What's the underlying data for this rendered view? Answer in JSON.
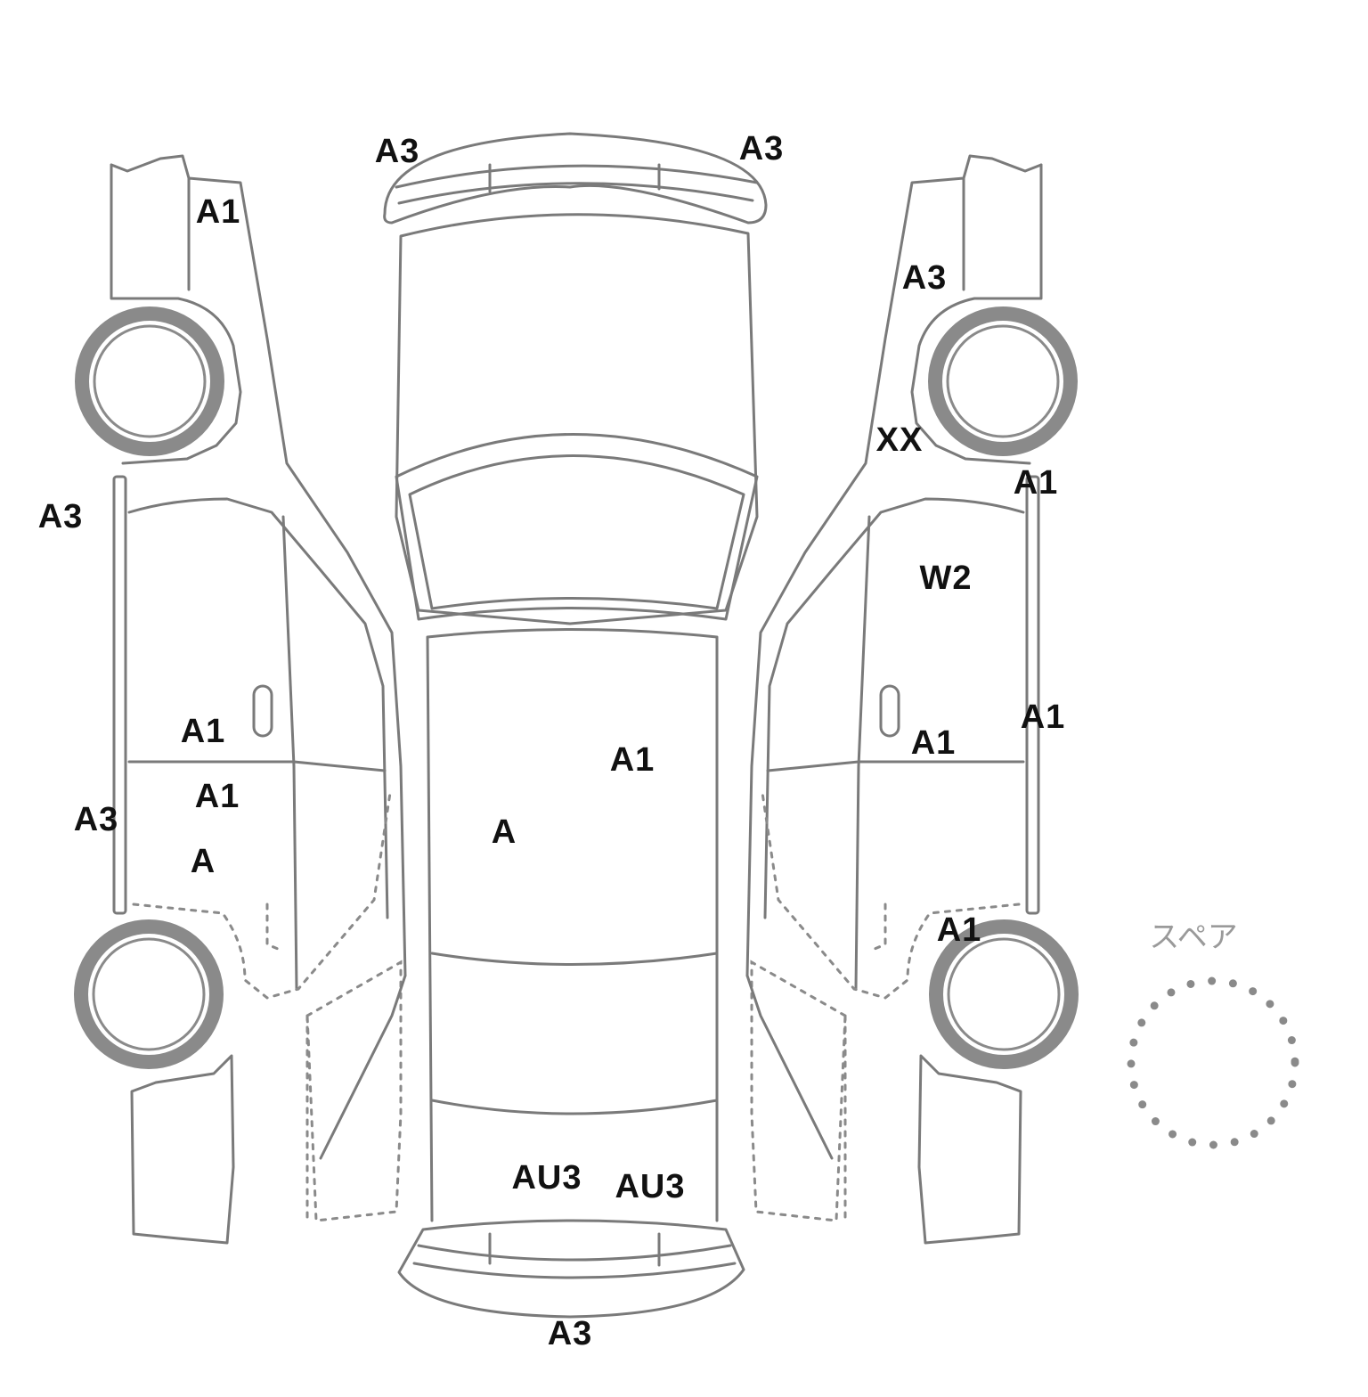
{
  "diagram": {
    "spare_label": "スペア",
    "damage_codes": [
      {
        "id": "left-front-fender",
        "text": "A1"
      },
      {
        "id": "left-side-sill-upper",
        "text": "A3"
      },
      {
        "id": "left-front-door",
        "text": "A1"
      },
      {
        "id": "left-rear-door-upper",
        "text": "A1"
      },
      {
        "id": "left-side-sill-lower",
        "text": "A3"
      },
      {
        "id": "left-rear-door-lower",
        "text": "A"
      },
      {
        "id": "front-bumper-left",
        "text": "A3"
      },
      {
        "id": "front-bumper-right",
        "text": "A3"
      },
      {
        "id": "roof-right",
        "text": "A1"
      },
      {
        "id": "roof-left",
        "text": "A"
      },
      {
        "id": "trunk-left",
        "text": "AU3"
      },
      {
        "id": "trunk-right",
        "text": "AU3"
      },
      {
        "id": "rear-bumper",
        "text": "A3"
      },
      {
        "id": "right-front-fender",
        "text": "A3"
      },
      {
        "id": "right-a-pillar",
        "text": "XX"
      },
      {
        "id": "right-sill-upper",
        "text": "A1"
      },
      {
        "id": "right-front-door-glass",
        "text": "W2"
      },
      {
        "id": "right-sill-lower",
        "text": "A1"
      },
      {
        "id": "right-front-door",
        "text": "A1"
      },
      {
        "id": "right-rear-quarter",
        "text": "A1"
      }
    ]
  }
}
